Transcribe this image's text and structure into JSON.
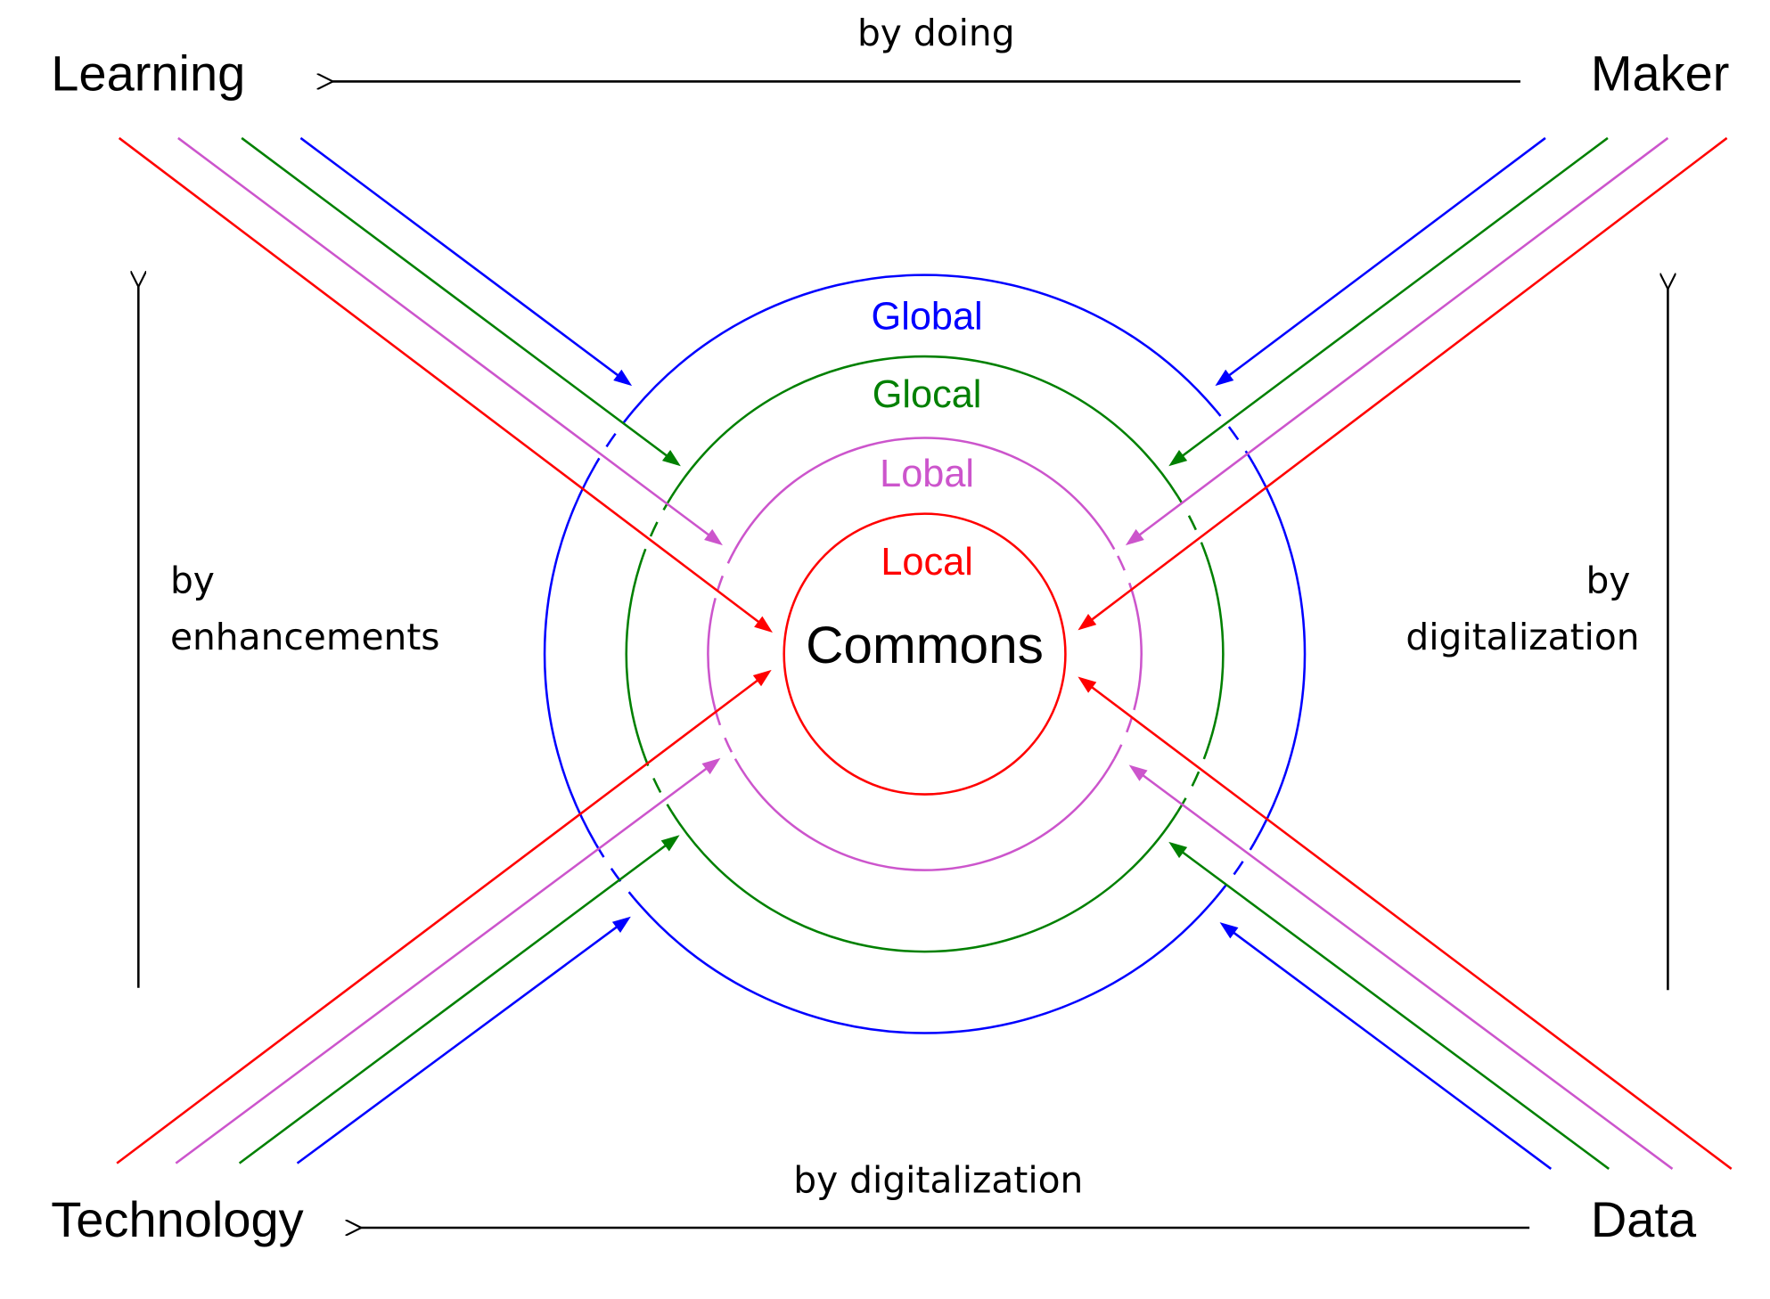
{
  "corners": {
    "learning": "Learning",
    "maker": "Maker",
    "technology": "Technology",
    "data": "Data"
  },
  "edges": {
    "top": "by doing",
    "bottom": "by digitalization",
    "left_line1": "by",
    "left_line2": "enhancements",
    "right_line1": "by",
    "right_line2": "digitalization"
  },
  "rings": [
    {
      "label": "Global",
      "color": "#0000ff"
    },
    {
      "label": "Glocal",
      "color": "#008000"
    },
    {
      "label": "Lobal",
      "color": "#cc55cc"
    },
    {
      "label": "Local",
      "color": "#ff0000"
    }
  ],
  "center": "Commons"
}
